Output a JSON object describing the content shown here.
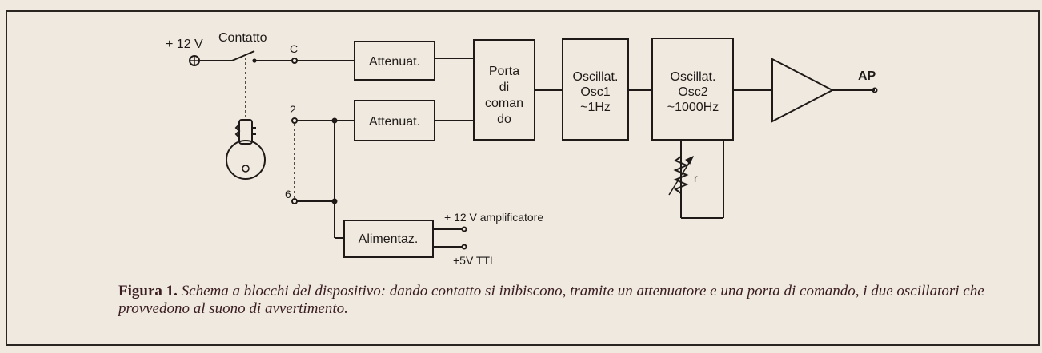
{
  "diagram": {
    "supply_label": "+ 12 V",
    "switch_label": "Contatto",
    "node_c": "C",
    "node_2": "2",
    "node_6": "6",
    "attenuator_1": "Attenuat.",
    "attenuator_2": "Attenuat.",
    "gate_lines": [
      "Porta",
      "di",
      "coman",
      "do"
    ],
    "osc1_lines": [
      "Oscillat.",
      "Osc1",
      "~1Hz"
    ],
    "osc2_lines": [
      "Oscillat.",
      "Osc2",
      "~1000Hz"
    ],
    "resistor_label": "r",
    "power_supply": "Alimentaz.",
    "out_12v": "+ 12 V amplificatore",
    "out_5v": "+5V TTL",
    "output_label": "AP"
  },
  "caption": {
    "figure_label": "Figura 1.",
    "text": "Schema a blocchi del dispositivo: dando contatto si inibiscono, tramite un attenuatore e una porta di comando, i due oscillatori che provvedono al suono di avvertimento."
  }
}
